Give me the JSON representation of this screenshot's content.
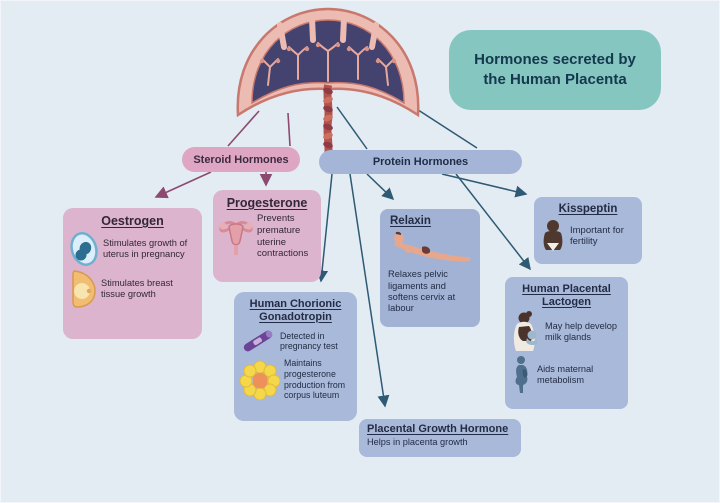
{
  "title": {
    "text": "Hormones secreted by the Human Placenta"
  },
  "categories": {
    "steroid": "Steroid Hormones",
    "protein": "Protein Hormones"
  },
  "hormones": {
    "oestrogen": {
      "name": "Oestrogen",
      "facts": [
        "Stimulates growth of uterus in pregnancy",
        "Stimulates breast tissue growth"
      ],
      "icons": [
        "fetus-icon",
        "breast-icon"
      ]
    },
    "progesterone": {
      "name": "Progesterone",
      "facts": [
        "Prevents premature uterine contractions"
      ],
      "icons": [
        "uterus-icon"
      ]
    },
    "hcg": {
      "name": "Human Chorionic Gonadotropin",
      "facts": [
        "Detected in pregnancy test",
        "Maintains progesterone production from corpus luteum"
      ],
      "icons": [
        "pregnancy-test-icon",
        "corpus-luteum-icon"
      ]
    },
    "relaxin": {
      "name": "Relaxin",
      "facts": [
        "Relaxes pelvic ligaments and softens cervix at labour"
      ],
      "icons": [
        "reclining-woman-icon"
      ]
    },
    "kisspeptin": {
      "name": "Kisspeptin",
      "facts": [
        "Important for fertility"
      ],
      "icons": [
        "baby-icon"
      ]
    },
    "hpl": {
      "name": "Human Placental Lactogen",
      "facts": [
        "May help develop milk glands",
        "Aids maternal metabolism"
      ],
      "icons": [
        "nursing-mother-icon",
        "pregnant-woman-icon"
      ]
    },
    "pgh": {
      "name": "Placental Growth Hormone",
      "facts": [
        "Helps in placenta growth"
      ],
      "icons": []
    }
  },
  "illustration": {
    "name": "placenta-cross-section"
  },
  "colors": {
    "background": "#e3ebf3",
    "title_box": "#85c6c1",
    "title_text": "#14384d",
    "steroid_label": "#dfa6c4",
    "steroid_box": "#dcb4cd",
    "steroid_arrow": "#8d4a70",
    "protein_label": "#a4b5d8",
    "protein_box": "#a9b9d9",
    "protein_arrow": "#2e5a73",
    "body_text": "#232c44"
  }
}
